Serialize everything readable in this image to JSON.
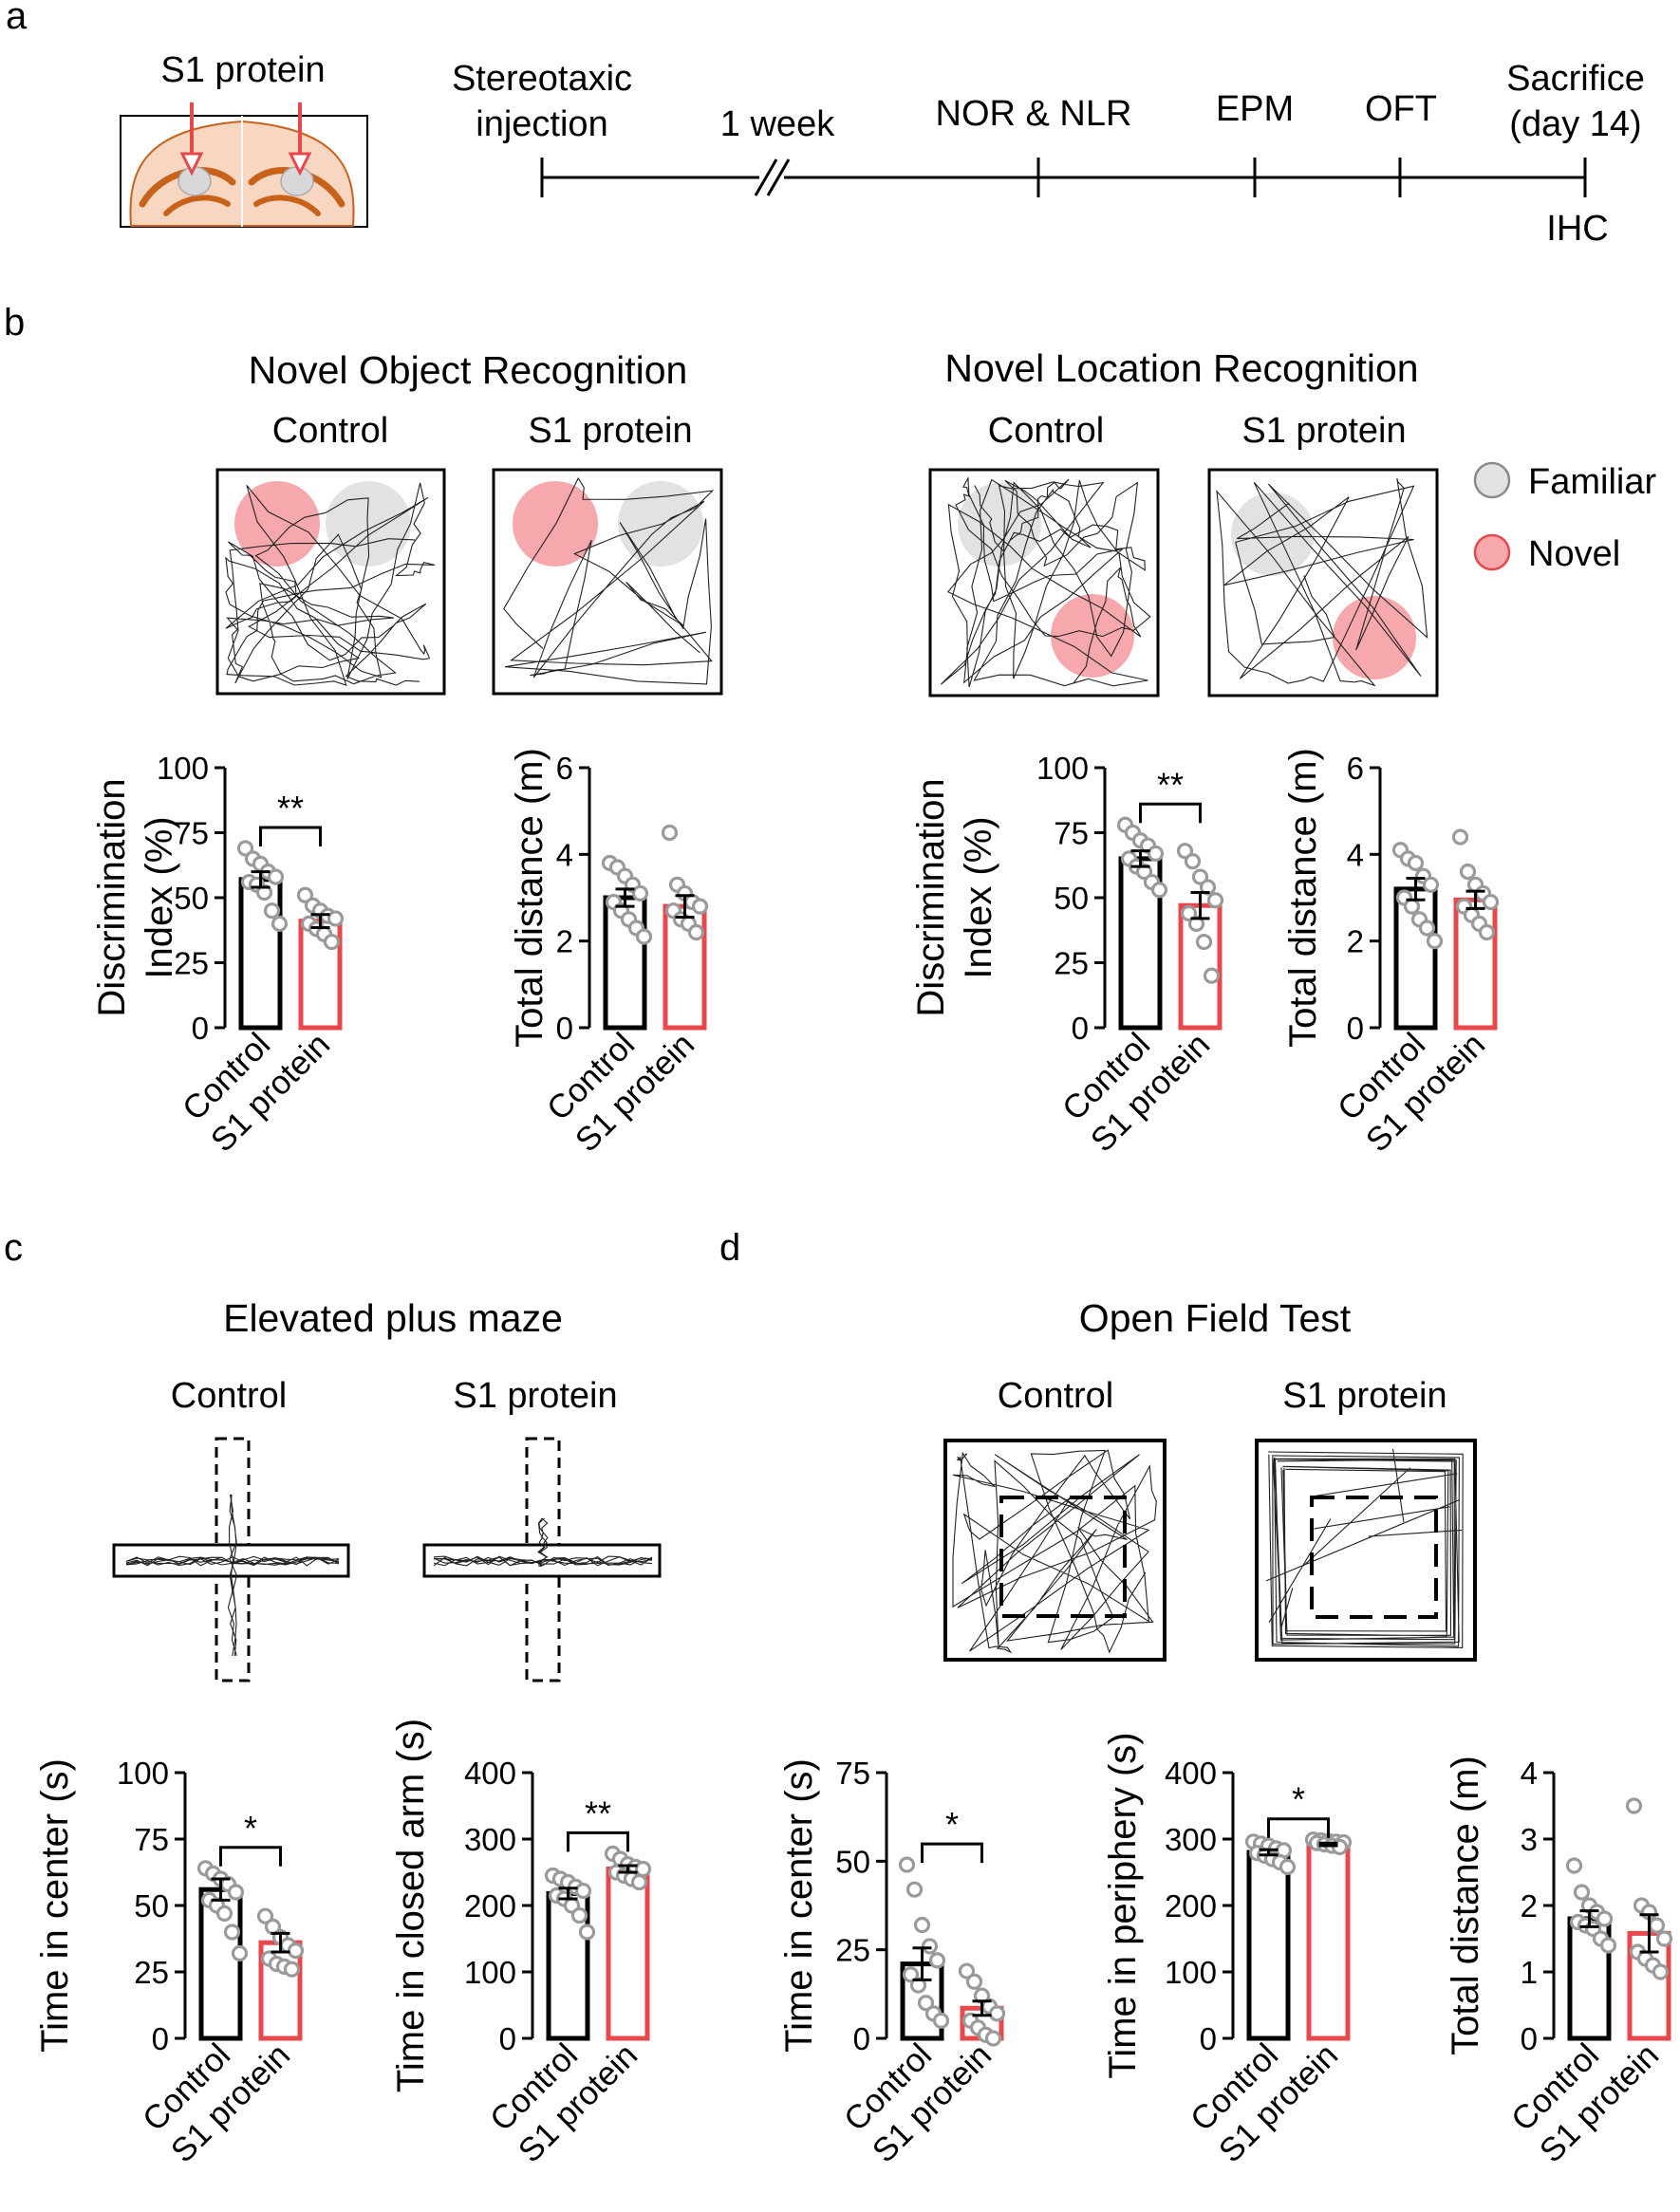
{
  "panels": {
    "a": "a",
    "b": "b",
    "c": "c",
    "d": "d"
  },
  "colors": {
    "control": "#000000",
    "s1": "#e8474b",
    "point": "#9a9a9a",
    "familiar": "#e2e2e2",
    "novel": "#f6a8ad",
    "brain_fill": "#f7d6c2",
    "brain_line": "#c8621a"
  },
  "timeline": {
    "inset_label": "S1 protein",
    "events": [
      {
        "line1": "Stereotaxic",
        "line2": "injection"
      },
      {
        "line1": "1 week",
        "line2": ""
      },
      {
        "line1": "NOR & NLR",
        "line2": ""
      },
      {
        "line1": "EPM",
        "line2": ""
      },
      {
        "line1": "OFT",
        "line2": ""
      },
      {
        "line1": "Sacrifice",
        "line2": "(day 14)"
      }
    ],
    "below": "IHC"
  },
  "b": {
    "nor_title": "Novel Object Recognition",
    "nlr_title": "Novel Location Recognition",
    "group_control": "Control",
    "group_s1": "S1 protein",
    "legend": {
      "familiar": "Familiar",
      "novel": "Novel"
    }
  },
  "c": {
    "title": "Elevated plus maze",
    "group_control": "Control",
    "group_s1": "S1 protein"
  },
  "d": {
    "title": "Open Field Test",
    "group_control": "Control",
    "group_s1": "S1 protein"
  },
  "chart_data": [
    {
      "id": "nor-di",
      "type": "bar",
      "ylabel": [
        "Discrimination",
        "Index (%)"
      ],
      "ylim": [
        0,
        100
      ],
      "yticks": [
        0,
        25,
        50,
        75,
        100
      ],
      "categories": [
        "Control",
        "S1 protein"
      ],
      "values": [
        57,
        41
      ],
      "sem": [
        3,
        2.5
      ],
      "significance": "**",
      "points": [
        [
          69,
          65,
          63,
          60,
          58,
          56,
          55,
          52,
          45,
          40
        ],
        [
          51,
          47,
          45,
          43,
          42,
          40,
          38,
          36,
          33
        ]
      ]
    },
    {
      "id": "nor-dist",
      "type": "bar",
      "ylabel": [
        "Total distance (m)"
      ],
      "ylim": [
        0,
        6
      ],
      "yticks": [
        0,
        2,
        4,
        6
      ],
      "categories": [
        "Control",
        "S1 protein"
      ],
      "values": [
        3.0,
        2.8
      ],
      "sem": [
        0.2,
        0.25
      ],
      "significance": "",
      "points": [
        [
          3.8,
          3.7,
          3.5,
          3.3,
          3.1,
          2.9,
          2.7,
          2.5,
          2.3,
          2.1
        ],
        [
          4.5,
          3.3,
          3.1,
          2.9,
          2.8,
          2.7,
          2.5,
          2.4,
          2.2
        ]
      ]
    },
    {
      "id": "nlr-di",
      "type": "bar",
      "ylabel": [
        "Discrimination",
        "Index (%)"
      ],
      "ylim": [
        0,
        100
      ],
      "yticks": [
        0,
        25,
        50,
        75,
        100
      ],
      "categories": [
        "Control",
        "S1 protein"
      ],
      "values": [
        65,
        47
      ],
      "sem": [
        3,
        5
      ],
      "significance": "**",
      "points": [
        [
          78,
          75,
          72,
          70,
          67,
          65,
          62,
          60,
          56,
          53
        ],
        [
          68,
          64,
          58,
          54,
          49,
          44,
          40,
          33,
          20
        ]
      ]
    },
    {
      "id": "nlr-dist",
      "type": "bar",
      "ylabel": [
        "Total distance (m)"
      ],
      "ylim": [
        0,
        6
      ],
      "yticks": [
        0,
        2,
        4,
        6
      ],
      "categories": [
        "Control",
        "S1 protein"
      ],
      "values": [
        3.2,
        2.95
      ],
      "sem": [
        0.25,
        0.2
      ],
      "significance": "",
      "points": [
        [
          4.1,
          3.9,
          3.8,
          3.5,
          3.3,
          3.0,
          2.8,
          2.5,
          2.3,
          2.0
        ],
        [
          4.4,
          3.6,
          3.3,
          3.1,
          2.9,
          2.8,
          2.6,
          2.4,
          2.2
        ]
      ]
    },
    {
      "id": "epm-center",
      "type": "bar",
      "ylabel": [
        "Time in center (s)"
      ],
      "ylim": [
        0,
        100
      ],
      "yticks": [
        0,
        25,
        50,
        75,
        100
      ],
      "categories": [
        "Control",
        "S1 protein"
      ],
      "values": [
        56,
        36
      ],
      "sem": [
        4,
        3.5
      ],
      "significance": "*",
      "points": [
        [
          64,
          62,
          60,
          58,
          55,
          52,
          50,
          47,
          40,
          32
        ],
        [
          46,
          42,
          38,
          35,
          33,
          30,
          28,
          27,
          26
        ]
      ]
    },
    {
      "id": "epm-closed",
      "type": "bar",
      "ylabel": [
        "Time in closed arm (s)"
      ],
      "ylim": [
        0,
        400
      ],
      "yticks": [
        0,
        100,
        200,
        300,
        400
      ],
      "categories": [
        "Control",
        "S1 protein"
      ],
      "values": [
        218,
        255
      ],
      "sem": [
        8,
        5
      ],
      "significance": "**",
      "points": [
        [
          245,
          240,
          235,
          228,
          222,
          215,
          210,
          200,
          185,
          160
        ],
        [
          278,
          270,
          262,
          258,
          255,
          250,
          245,
          240,
          235
        ]
      ]
    },
    {
      "id": "oft-center",
      "type": "bar",
      "ylabel": [
        "Time in center (s)"
      ],
      "ylim": [
        0,
        75
      ],
      "yticks": [
        0,
        25,
        50,
        75
      ],
      "categories": [
        "Control",
        "S1 protein"
      ],
      "values": [
        21,
        8.5
      ],
      "sem": [
        4.5,
        2
      ],
      "significance": "*",
      "points": [
        [
          49,
          42,
          32,
          26,
          22,
          18,
          15,
          10,
          7,
          5
        ],
        [
          19,
          16,
          12,
          9,
          7,
          5,
          3,
          1,
          0
        ]
      ]
    },
    {
      "id": "oft-periphery",
      "type": "bar",
      "ylabel": [
        "Time in periphery (s)"
      ],
      "ylim": [
        0,
        400
      ],
      "yticks": [
        0,
        100,
        200,
        300,
        400
      ],
      "categories": [
        "Control",
        "S1 protein"
      ],
      "values": [
        280,
        292
      ],
      "sem": [
        4,
        2
      ],
      "significance": "*",
      "points": [
        [
          296,
          293,
          290,
          286,
          283,
          279,
          275,
          270,
          265,
          258
        ],
        [
          299,
          298,
          297,
          296,
          295,
          294,
          292,
          290,
          288
        ]
      ]
    },
    {
      "id": "oft-dist",
      "type": "bar",
      "ylabel": [
        "Total distance (m)"
      ],
      "ylim": [
        0,
        4
      ],
      "yticks": [
        0,
        1,
        2,
        3,
        4
      ],
      "categories": [
        "Control",
        "S1 protein"
      ],
      "values": [
        1.8,
        1.58
      ],
      "sem": [
        0.12,
        0.28
      ],
      "significance": "",
      "points": [
        [
          2.6,
          2.2,
          2.0,
          1.9,
          1.8,
          1.75,
          1.7,
          1.65,
          1.5,
          1.4
        ],
        [
          3.5,
          2.0,
          1.9,
          1.7,
          1.5,
          1.3,
          1.2,
          1.1,
          1.0
        ]
      ]
    }
  ]
}
